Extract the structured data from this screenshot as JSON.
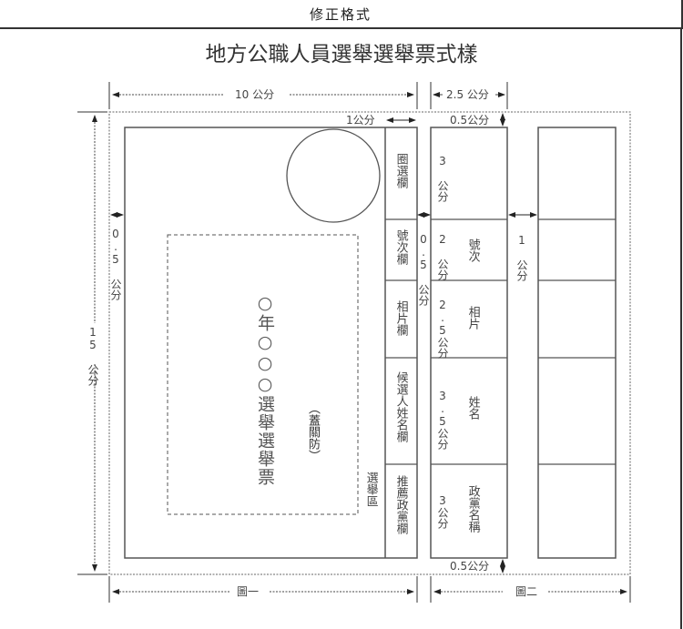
{
  "header": {
    "title": "修正格式"
  },
  "diagram": {
    "title": "地方公職人員選舉選舉票式樣",
    "dimensions": {
      "width_main": "10 公分",
      "width_column": "2.5 公分",
      "height_total": "15 公分",
      "column_gap_1cm": "1公分",
      "top_margin": "0.5公分",
      "left_margin": "0.5 公分",
      "inner_gap": "0.5 公分",
      "between_figures": "1 公分",
      "bottom_margin": "0.5公分"
    },
    "figure1": {
      "label": "圖一",
      "ballot_text": "○年○○○選舉選舉票",
      "seal_text": "（蓋關防）",
      "district_text": "選舉區",
      "columns": [
        "圈選欄",
        "號次欄",
        "相片欄",
        "候選人姓名欄",
        "推薦政黨欄"
      ]
    },
    "figure2": {
      "label": "圖二",
      "rows": [
        {
          "height": "3 公分",
          "label": ""
        },
        {
          "height": "2 公分",
          "label": "號次"
        },
        {
          "height": "2.5公分",
          "label": "相片"
        },
        {
          "height": "3.5公分",
          "label": "姓名"
        },
        {
          "height": "3公分",
          "label": "政黨名稱"
        }
      ]
    }
  }
}
